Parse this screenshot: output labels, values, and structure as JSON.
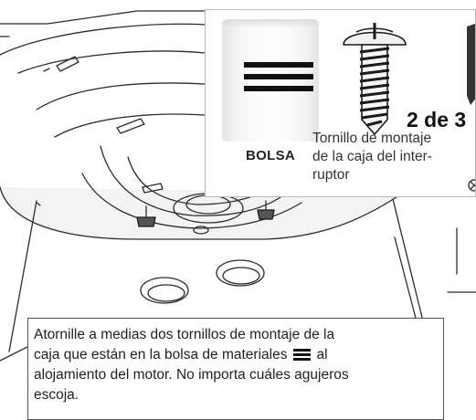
{
  "callout": {
    "bag_label": "BOLSA",
    "count": "2 de 3",
    "part_name_lines": [
      "Tornillo de montaje",
      "de la caja del inter-",
      "ruptor"
    ]
  },
  "instruction": {
    "line1": "Atornille a medias dos tornillos de montaje de la",
    "line2_before_icon": "caja que están en la bolsa de materiales",
    "line2_after_icon": "al",
    "line3": "alojamiento del motor. No importa cuáles agujeros",
    "line4": "escoja."
  },
  "icons": {
    "bag_marker": "three-bars-icon",
    "fastener": "screw-icon"
  },
  "colors": {
    "ink": "#111111",
    "illustration_stroke": "#2b2b2b",
    "illustration_fill": "#f3f3f3"
  }
}
